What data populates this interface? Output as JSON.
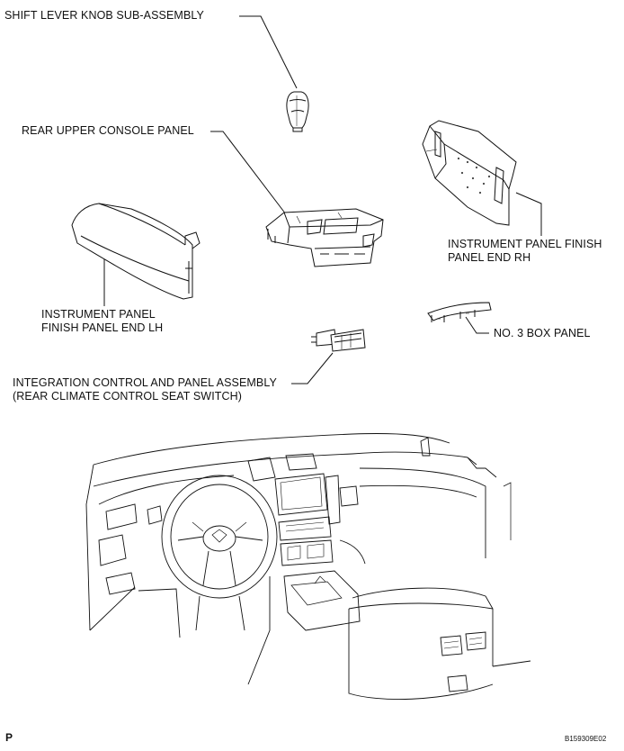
{
  "labels": {
    "shift_knob": "SHIFT LEVER KNOB SUB-ASSEMBLY",
    "rear_upper_console": "REAR UPPER CONSOLE PANEL",
    "ip_finish_rh_1": "INSTRUMENT PANEL FINISH",
    "ip_finish_rh_2": "PANEL END RH",
    "ip_finish_lh_1": "INSTRUMENT PANEL",
    "ip_finish_lh_2": "FINISH PANEL END LH",
    "no3_box_panel": "NO. 3 BOX PANEL",
    "integration_1": "INTEGRATION CONTROL AND PANEL ASSEMBLY",
    "integration_2": "(REAR CLIMATE CONTROL SEAT SWITCH)"
  },
  "corner_mark": "P",
  "figure_code": "B159309E02",
  "colors": {
    "ink": "#111111",
    "shade": "#cfcfcf"
  }
}
